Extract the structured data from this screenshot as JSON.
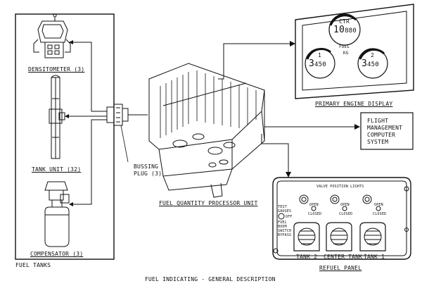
{
  "title": "FUEL INDICATING - GENERAL DESCRIPTION",
  "fuel_tanks": {
    "label": "FUEL TANKS",
    "densitometer": "DENSITOMETER (3)",
    "tank_unit": "TANK UNIT (32)",
    "compensator": "COMPENSATOR (3)"
  },
  "bussing_plug": {
    "line1": "BUSSING",
    "line2": "PLUG (3)"
  },
  "processor": {
    "label": "FUEL QUANTITY PROCESSOR UNIT"
  },
  "primary_display": {
    "label": "PRIMARY ENGINE DISPLAY",
    "ctr_label": "CTR",
    "ctr_value_big": "10",
    "ctr_value_small": "880",
    "fuel_label": "FUEL",
    "unit_label": "KG",
    "gauge1_label": "1",
    "gauge1_value_big": "3",
    "gauge1_value_small": "450",
    "gauge2_label": "2",
    "gauge2_value_big": "3",
    "gauge2_value_small": "450"
  },
  "fmc": {
    "line1": "FLIGHT",
    "line2": "MANAGEMENT",
    "line3": "COMPUTER",
    "line4": "SYSTEM"
  },
  "refuel_panel": {
    "label": "REFUEL PANEL",
    "valve_lights": "VALVE POSITION LIGHTS",
    "open": "OPEN",
    "closed": "CLOSED",
    "test_gauges": "TEST GAUGES",
    "off": "OFF",
    "fuel_boom_switch": "FUEL BOOM SWITCH BYPASS",
    "tank2": "TANK 2",
    "center_tank": "CENTER TANK",
    "tank1": "TANK 1"
  }
}
